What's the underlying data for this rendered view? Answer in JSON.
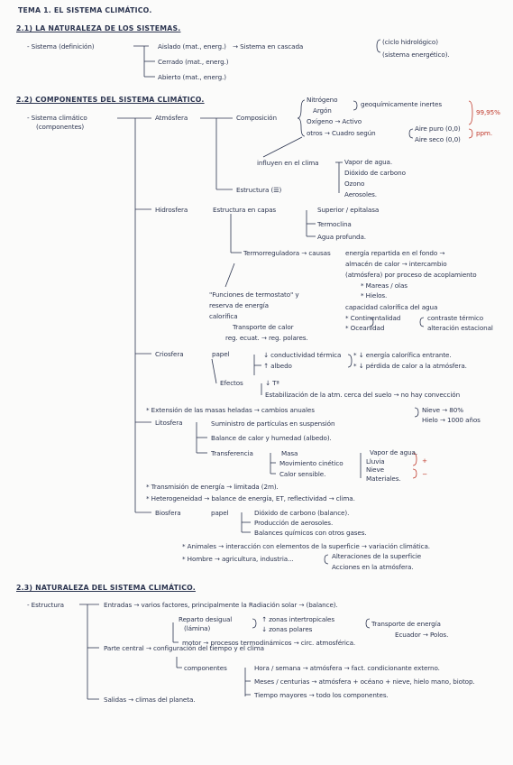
{
  "title": "TEMA 1. EL SISTEMA CLIMÁTICO.",
  "s1": {
    "heading": "2.1) LA NATURALEZA DE LOS SISTEMAS.",
    "label": "- Sistema (definición)",
    "aislado": "Aislado (mat., energ.)",
    "aislado_arrow": "→ Sistema en cascada",
    "cascada_1": "(ciclo hidrológico)",
    "cascada_2": "(sistema energético).",
    "cerrado": "Cerrado (mat., energ.)",
    "abierto": "Abierto (mat., energ.)"
  },
  "s2": {
    "heading": "2.2) COMPONENTES DEL SISTEMA CLIMÁTICO.",
    "label_1": "- Sistema climático",
    "label_2": "(componentes)",
    "atmosfera": "Atmósfera",
    "composicion": "Composición",
    "nitrogeno": "Nitrógeno",
    "argon": "Argón",
    "oxigeno": "Oxígeno → Activo",
    "inertes": "geoquímicamente inertes",
    "pct": "99,95%",
    "otros": "otros → Cuadro según",
    "aire_puro": "Aire puro (0,0)",
    "aire_seco": "Aire seco (0,0)",
    "ppm": "ppm.",
    "influyen": "influyen en el clima",
    "gas_1": "Vapor de agua.",
    "gas_2": "Dióxido de carbono",
    "gas_3": "Ozono",
    "gas_4": "Aerosoles.",
    "estructura": "Estructura (☰)",
    "hidrosfera": "Hidrosfera",
    "hidro_estructura": "Estructura en capas",
    "capa_1": "Superior / epitalasa",
    "capa_2": "Termoclina",
    "capa_3": "Agua profunda.",
    "termorreguladora": "Termorreguladora → causas",
    "causa_1": "energía repartida en el fondo →",
    "causa_1b": "almacén de calor → intercambio",
    "causa_1c": "(atmósfera) por proceso de acoplamiento",
    "causa_1d": "* Mareas / olas",
    "causa_1e": "* Hielos.",
    "causa_2": "capacidad calorífica del agua",
    "cont": "* Continentalidad",
    "contraste": "contraste térmico",
    "oceanidad": "* Oceanidad",
    "alteracion": "alteración estacional",
    "funciones_1": "\"Funciones de termostato\" y",
    "funciones_2": "reserva de energía",
    "funciones_3": "calorífica",
    "transporte": "Transporte de calor",
    "transporte_2": "reg. ecuat. → reg. polares.",
    "criosfera": "Criosfera",
    "papel": "papel",
    "cond": "↓ conductividad térmica",
    "albedo": "↑ albedo",
    "crio_r1": "* ↓ energía calorífica entrante.",
    "crio_r2": "* ↓ pérdida de calor a la atmósfera.",
    "efectos": "Efectos",
    "ta": "↓ Tª",
    "estabilizacion": "Estabilización de la atm. cerca del suelo → no hay convección",
    "extension": "* Extensión de las masas heladas → cambios anuales",
    "nieve": "Nieve → 80%",
    "hielo": "Hielo → 1000 años",
    "litosfera": "Litosfera",
    "lito_1": "Suministro de partículas en suspensión",
    "lito_2": "Balance de calor y humedad (albedo).",
    "transferencia": "Transferencia",
    "masa": "Masa",
    "mov": "Movimiento cinético",
    "calor_sensible": "Calor sensible.",
    "vapor": "Vapor de agua.",
    "lluvia": "Lluvia",
    "nieve2": "Nieve",
    "materiales": "Materiales.",
    "mas": "+",
    "menos": "−",
    "transmision": "* Transmisión de energía → limitada (2m).",
    "heterogeneidad": "* Heterogeneidad → balance de energía, ET, reflectividad → clima.",
    "biosfera": "Biosfera",
    "bio_papel": "papel",
    "bio_1": "Dióxido de carbono (balance).",
    "bio_2": "Producción de aerosoles.",
    "bio_3": "Balances químicos con otros gases.",
    "animales": "* Animales → interacción con elementos de la superficie → variación climática.",
    "hombre": "* Hombre → agricultura, industria...",
    "alt_1": "Alteraciones de la superficie",
    "alt_2": "Acciones en la atmósfera."
  },
  "s3": {
    "heading": "2.3) NATURALEZA DEL SISTEMA CLIMÁTICO.",
    "label": "- Estructura",
    "entradas": "Entradas → varios factores, principalmente la Radiación solar → (balance).",
    "reparto": "Reparto desigual",
    "lamina": "(lámina)",
    "zonas_1": "↑ zonas intertropicales",
    "zonas_2": "↓ zonas polares",
    "transporte": "Transporte de energía",
    "ecuador": "Ecuador → Polos.",
    "motor": "motor → procesos termodinámicos → circ. atmosférica.",
    "parte_central": "Parte central → configuración del tiempo y el clima",
    "componentes": "componentes",
    "comp_1": "Hora / semana → atmósfera → fact. condicionante externo.",
    "comp_2": "Meses / centurias → atmósfera + océano + nieve, hielo mano, biotop.",
    "comp_3": "Tiempo mayores → todo los componentes.",
    "salidas": "Salidas → climas del planeta."
  }
}
